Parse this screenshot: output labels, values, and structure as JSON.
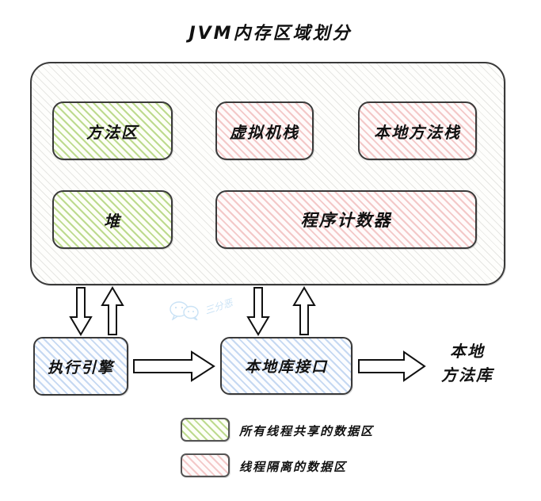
{
  "title": "JVM内存区域划分",
  "memory_areas": {
    "shared": [
      {
        "id": "method-area",
        "label": "方法区",
        "fill": "green"
      },
      {
        "id": "heap",
        "label": "堆",
        "fill": "green"
      }
    ],
    "isolated": [
      {
        "id": "vm-stack",
        "label": "虚拟机栈",
        "fill": "pink"
      },
      {
        "id": "native-stack",
        "label": "本地方法栈",
        "fill": "pink"
      },
      {
        "id": "pc-register",
        "label": "程序计数器",
        "fill": "pink"
      }
    ]
  },
  "runtime_nodes": {
    "exec_engine": "执行引擎",
    "native_interface": "本地库接口",
    "native_library_line1": "本地",
    "native_library_line2": "方法库"
  },
  "legend": {
    "shared_label": "所有线程共享的数据区",
    "isolated_label": "线程隔离的数据区"
  },
  "watermark": {
    "text": "三分恶"
  },
  "colors": {
    "shared_green": "#96c44e",
    "isolated_pink": "#e58a8a",
    "runtime_blue": "#82aae1",
    "container_grey": "#b0b0a8",
    "stroke": "#3a3a3a"
  }
}
